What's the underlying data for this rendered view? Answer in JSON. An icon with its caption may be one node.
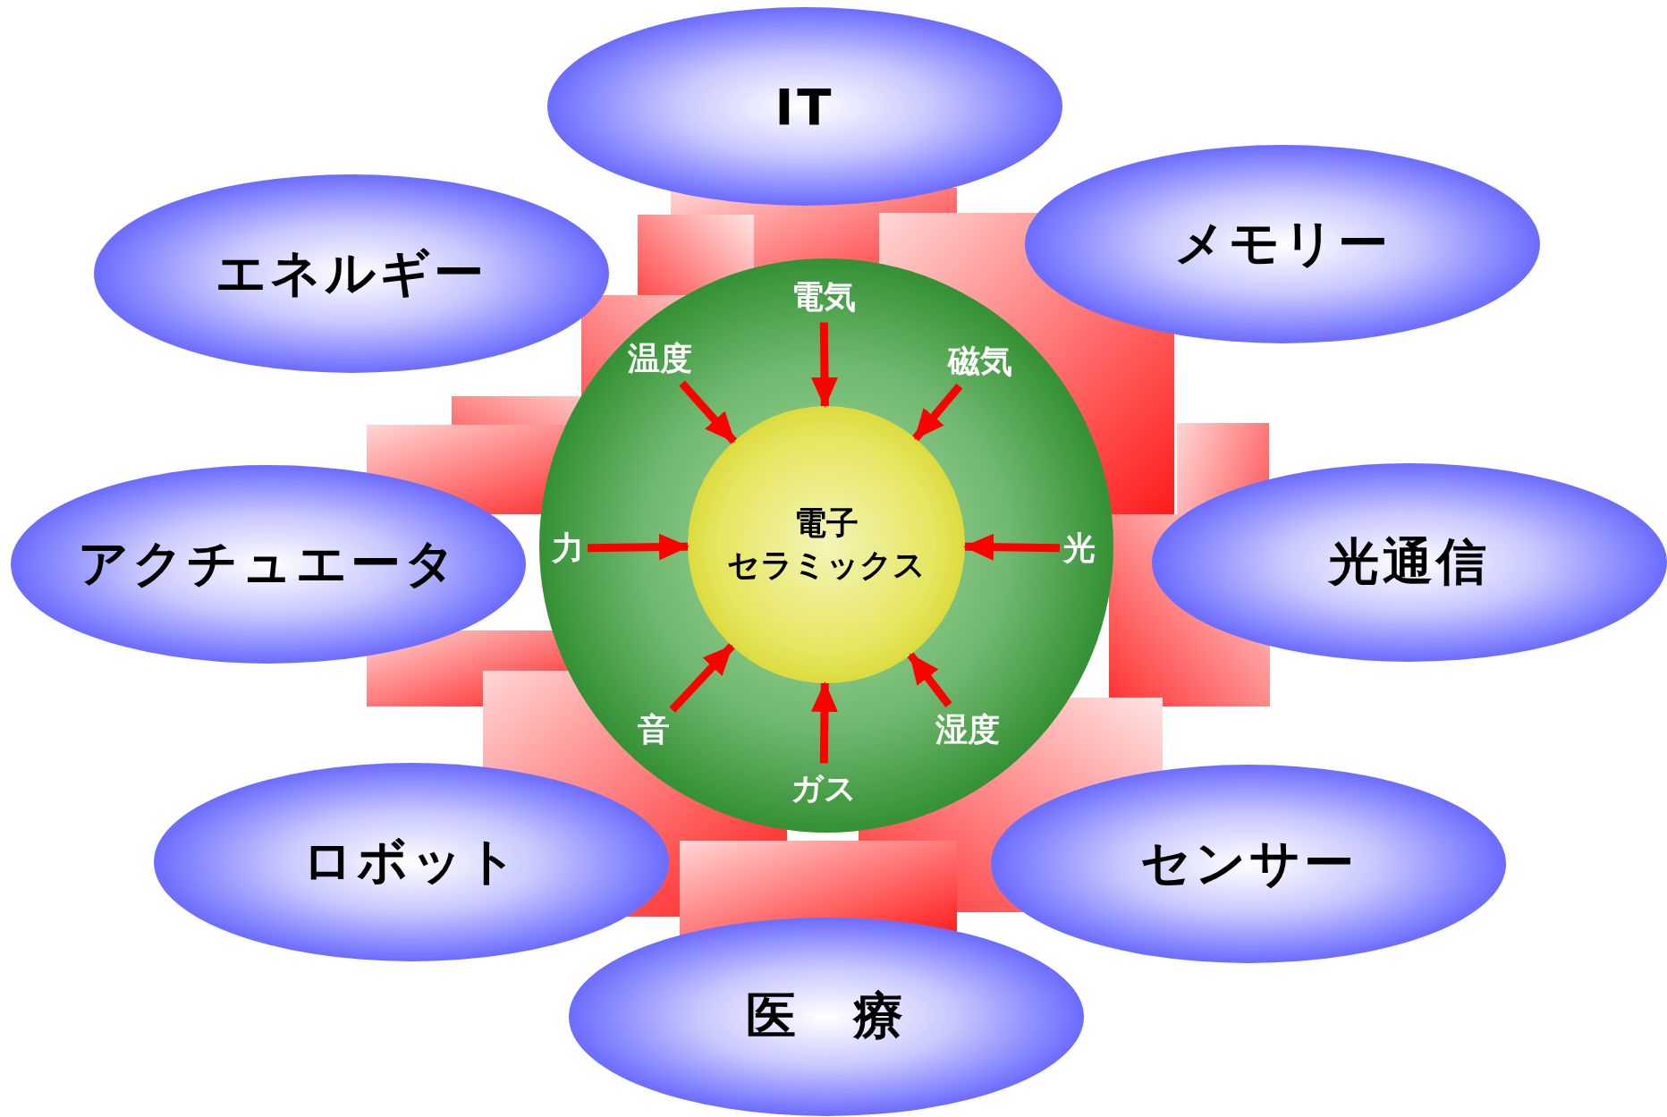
{
  "diagram": {
    "nodes": [
      {
        "text": [
          "IT"
        ]
      },
      {
        "text": [
          "エネルギー"
        ]
      },
      {
        "text": [
          "メモリー"
        ]
      },
      {
        "text": [],
        "shape": "circle"
      },
      {
        "text": [
          "電気"
        ],
        "in": 3
      },
      {
        "text": [
          "温度"
        ],
        "in": 3
      },
      {
        "text": [
          "磁気"
        ],
        "in": 3
      },
      {
        "text": [
          "電子",
          "セラミックス"
        ],
        "in": 3
      },
      {
        "text": [
          "力"
        ],
        "in": 3
      },
      {
        "text": [
          "光"
        ],
        "in": 3
      },
      {
        "text": [
          "アクチュエータ"
        ]
      },
      {
        "text": [
          "光通信"
        ]
      },
      {
        "text": [
          "音"
        ],
        "in": 3
      },
      {
        "text": [
          "湿度"
        ],
        "in": 3
      },
      {
        "text": [
          "ガス"
        ],
        "in": 3
      },
      {
        "text": [
          "ロボット"
        ]
      },
      {
        "text": [
          "センサー"
        ]
      },
      {
        "text": [
          "医　療"
        ]
      }
    ],
    "edges": [
      {
        "from": 4,
        "to": 7,
        "arrow": "to"
      },
      {
        "from": 5,
        "to": 7,
        "arrow": "to"
      },
      {
        "from": 6,
        "to": 7,
        "arrow": "to"
      },
      {
        "from": 8,
        "to": 7,
        "arrow": "to"
      },
      {
        "from": 9,
        "to": 7,
        "arrow": "to"
      },
      {
        "from": 12,
        "to": 7,
        "arrow": "to"
      },
      {
        "from": 13,
        "to": 7,
        "arrow": "to"
      },
      {
        "from": 14,
        "to": 7,
        "arrow": "to"
      }
    ]
  }
}
